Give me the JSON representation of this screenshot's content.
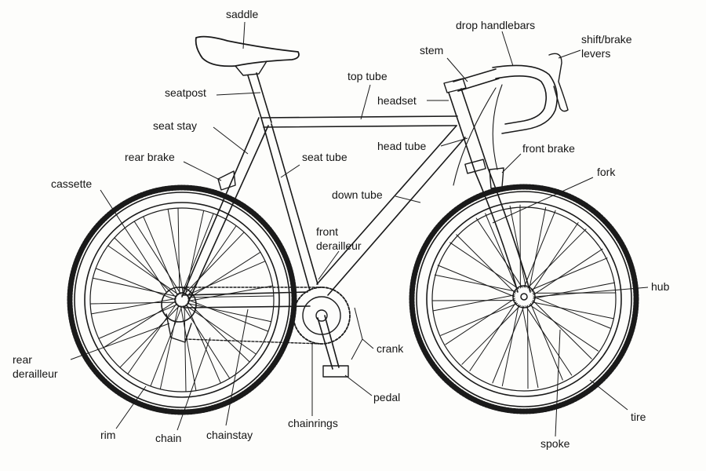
{
  "colors": {
    "ink": "#1a1a1a",
    "paper": "#fdfdfb"
  },
  "labels": {
    "saddle": "saddle",
    "drop_handlebars": "drop handlebars",
    "shift_brake_levers_1": "shift/brake",
    "shift_brake_levers_2": "levers",
    "stem": "stem",
    "top_tube": "top tube",
    "headset": "headset",
    "seatpost": "seatpost",
    "seat_stay": "seat stay",
    "head_tube": "head tube",
    "front_brake": "front brake",
    "rear_brake": "rear brake",
    "seat_tube": "seat tube",
    "fork": "fork",
    "cassette": "cassette",
    "down_tube": "down tube",
    "front_derailleur_1": "front",
    "front_derailleur_2": "derailleur",
    "hub": "hub",
    "crank": "crank",
    "rear_derailleur_1": "rear",
    "rear_derailleur_2": "derailleur",
    "pedal": "pedal",
    "tire": "tire",
    "rim": "rim",
    "chain": "chain",
    "chainstay": "chainstay",
    "chainrings": "chainrings",
    "spoke": "spoke"
  }
}
